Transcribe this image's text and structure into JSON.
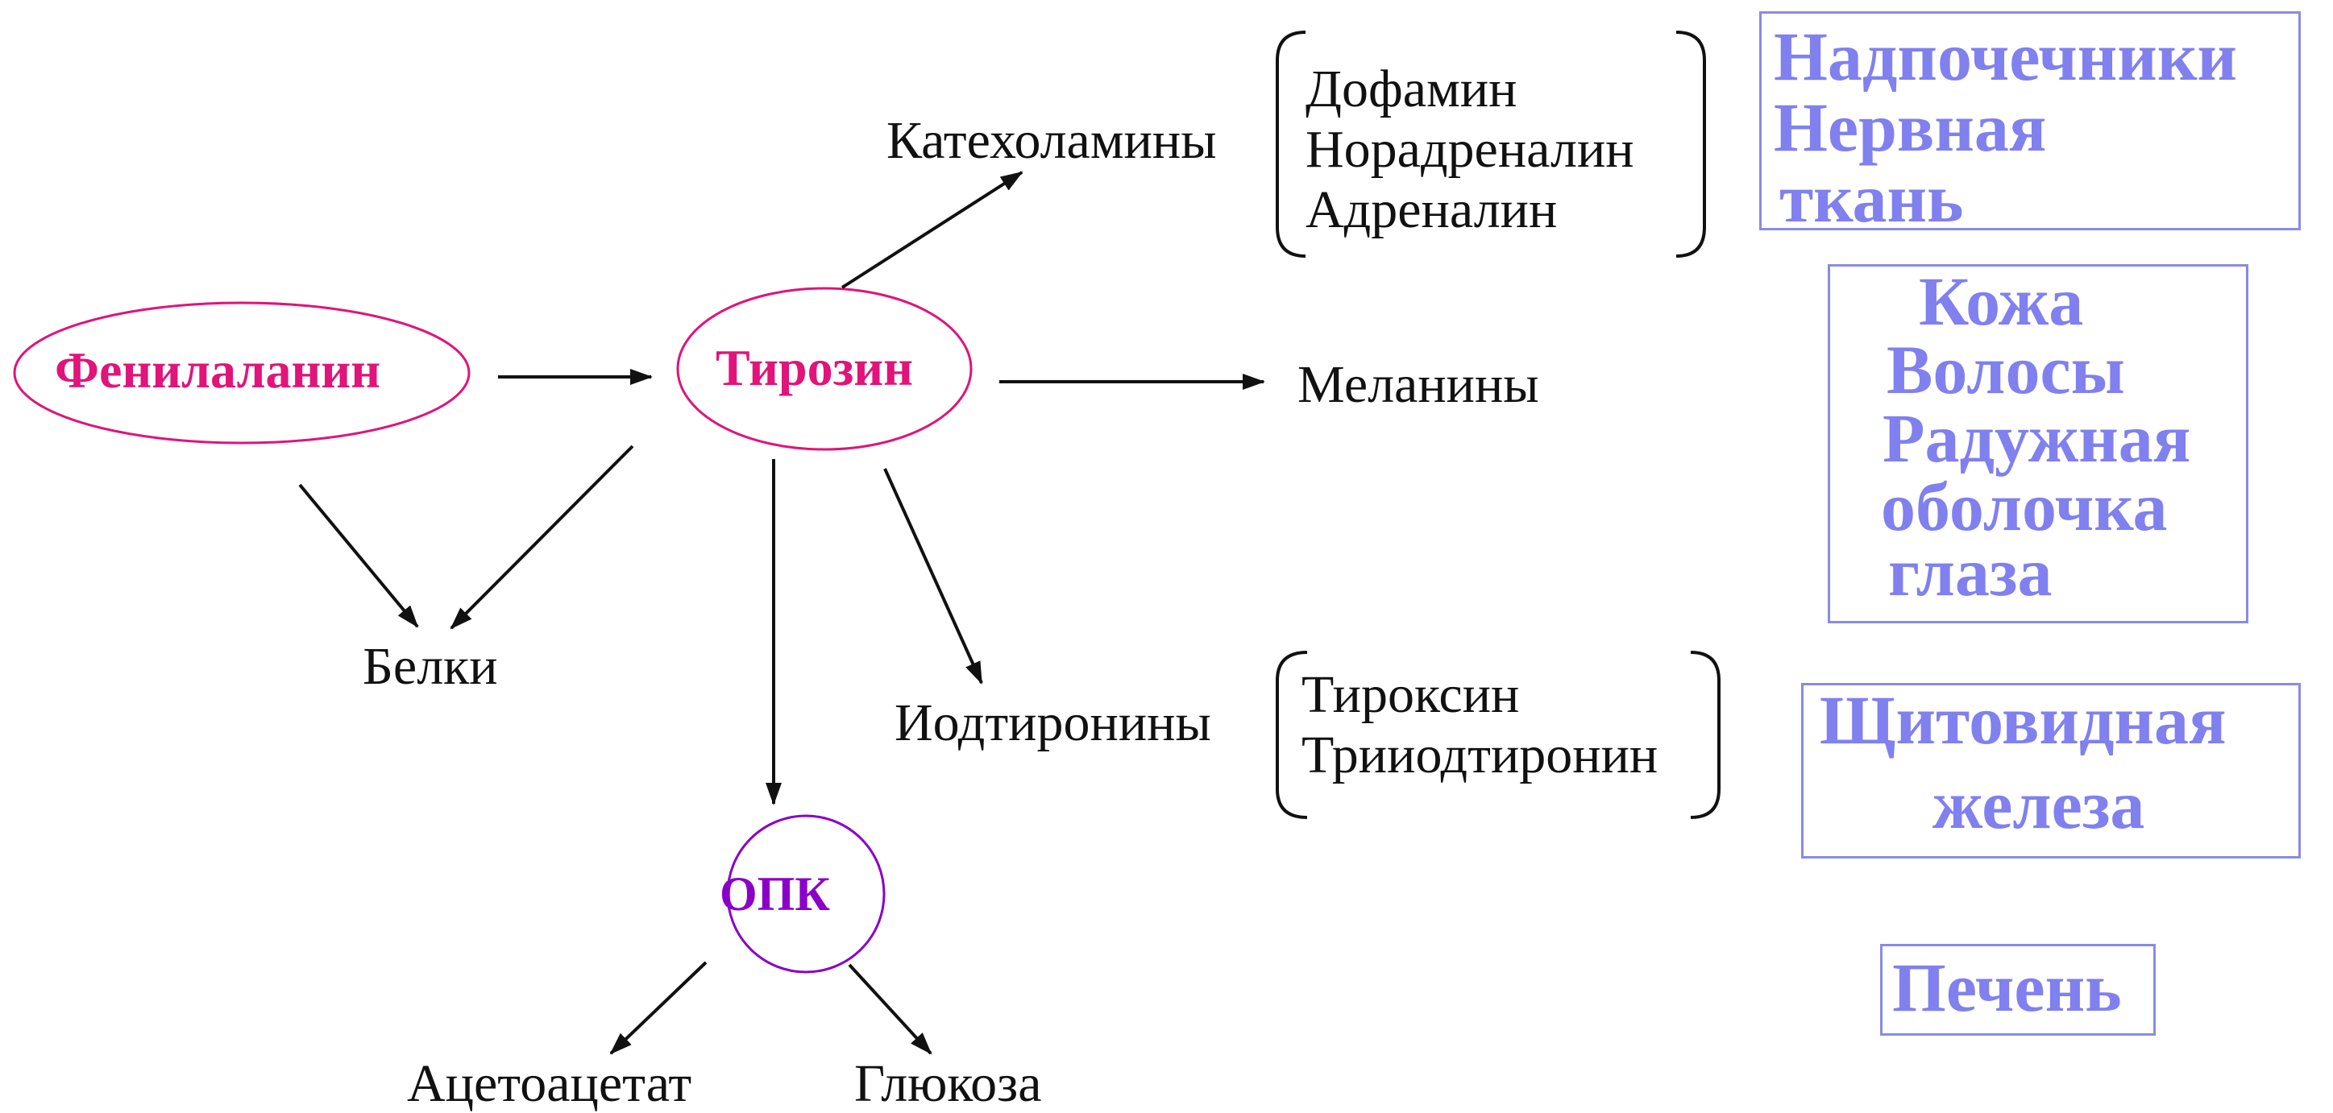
{
  "colors": {
    "accent_pink": "#e0147a",
    "accent_purple": "#8a00c8",
    "tissue_blue": "#8080ef",
    "text": "#111111"
  },
  "nodes": {
    "phenylalanine": "Фенилаланин",
    "tyrosine": "Тирозин",
    "opk": "ОПК"
  },
  "products": {
    "catecholamines": "Катехоламины",
    "melanins": "Меланины",
    "iodothyronines": "Иодтиронины",
    "proteins": "Белки",
    "acetoacetate": "Ацетоацетат",
    "glucose": "Глюкоза"
  },
  "catecholamine_list": [
    "Дофамин",
    "Норадреналин",
    "Адреналин"
  ],
  "iodothyronine_list": [
    "Тироксин",
    "Трииодтиронин"
  ],
  "tissues": {
    "adrenal": [
      "Надпочечники",
      "Нервная",
      "ткань"
    ],
    "skin": [
      "Кожа",
      "Волосы",
      "Радужная",
      "оболочка",
      "глаза"
    ],
    "thyroid": [
      "Щитовидная",
      "железа"
    ],
    "liver": [
      "Печень"
    ]
  }
}
